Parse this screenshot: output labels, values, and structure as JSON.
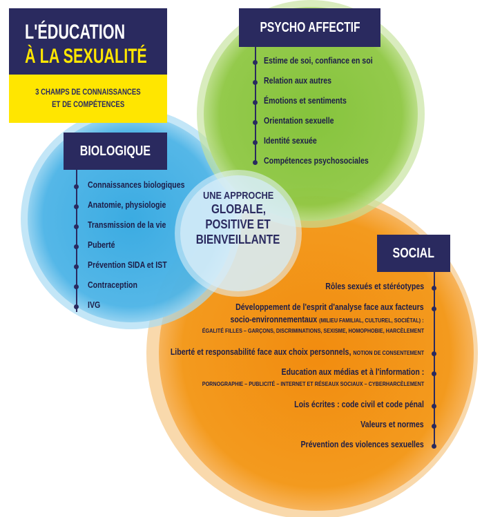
{
  "title": {
    "line1": "L'ÉDUCATION",
    "line2": "À LA SEXUALITÉ",
    "subtitle_line1": "3 CHAMPS DE CONNAISSANCES",
    "subtitle_line2": "ET DE COMPÉTENCES"
  },
  "colors": {
    "navy": "#2a2a5f",
    "yellow": "#ffe600",
    "blue": "#4bb3e6",
    "green": "#8cc63f",
    "orange": "#f39a1e"
  },
  "psycho": {
    "title": "PSYCHO AFFECTIF",
    "items": [
      "Estime de soi, confiance en soi",
      "Relation aux autres",
      "Émotions et sentiments",
      "Orientation sexuelle",
      "Identité sexuée",
      "Compétences psychosociales"
    ]
  },
  "bio": {
    "title": "BIOLOGIQUE",
    "items": [
      "Connaissances biologiques",
      "Anatomie, physiologie",
      "Transmission de la vie",
      "Puberté",
      "Prévention SIDA et IST",
      "Contraception",
      "IVG"
    ]
  },
  "center": {
    "line1": "UNE APPROCHE",
    "line2": "GLOBALE,",
    "line3": "POSITIVE ET",
    "line4": "BIENVEILLANTE"
  },
  "social": {
    "title": "SOCIAL",
    "item1": "Rôles sexués et stéréotypes",
    "item2_line1": "Développement de l'esprit d'analyse face aux facteurs",
    "item2_line2": "socio-environnementaux",
    "item2_line2_small": "(MILIEU FAMILIAL, CULTUREL, SOCIÉTAL) :",
    "item2_line3_small": "ÉGALITÉ FILLES – GARÇONS, DISCRIMINATIONS, SEXISME, HOMOPHOBIE, HARCÈLEMENT",
    "item3": "Liberté et responsabilité face aux choix personnels,",
    "item3_small": "NOTION DE CONSENTEMENT",
    "item4": "Education aux médias et à l'information :",
    "item4_small": "PORNOGRAPHIE – PUBLICITÉ – INTERNET ET RÉSEAUX SOCIAUX – CYBERHARCÈLEMENT",
    "item5": "Lois écrites : code civil et code pénal",
    "item6": "Valeurs et normes",
    "item7": "Prévention des violences sexuelles"
  }
}
